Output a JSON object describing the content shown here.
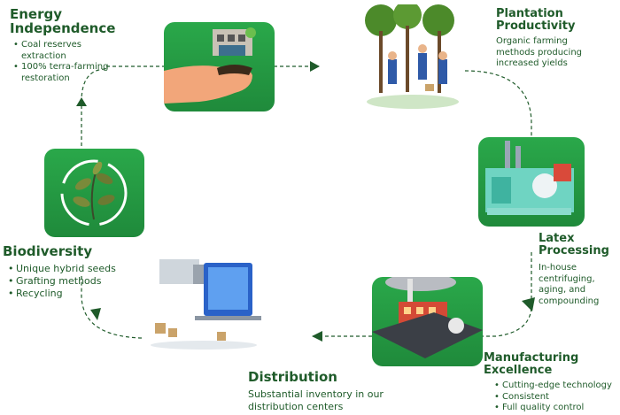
{
  "stages": {
    "energy": {
      "title": "Energy Independence",
      "title_line1": "Energy",
      "title_line2": "Independence",
      "bullets": [
        "Coal reserves extraction",
        "100% terra-farming restoration"
      ]
    },
    "plantation": {
      "title_line1": "Plantation",
      "title_line2": "Productivity",
      "text": "Organic farming methods producing increased yields"
    },
    "latex": {
      "title_line1": "Latex",
      "title_line2": "Processing",
      "text": "In-house centrifuging, aging, and compounding"
    },
    "manufacturing": {
      "title_line1": "Manufacturing",
      "title_line2": "Excellence",
      "bullets": [
        "Cutting-edge technology",
        "Consistent",
        "Full quality control"
      ]
    },
    "distribution": {
      "title": "Distribution",
      "text": "Substantial inventory in our distribution centers"
    },
    "biodiversity": {
      "title": "Biodiversity",
      "bullets": [
        "Unique hybrid seeds",
        "Grafting methods",
        "Recycling"
      ]
    }
  },
  "colors": {
    "green_dark": "#1f5b2a",
    "green_tile": "#22963f",
    "arrow": "#1f5b2a"
  }
}
